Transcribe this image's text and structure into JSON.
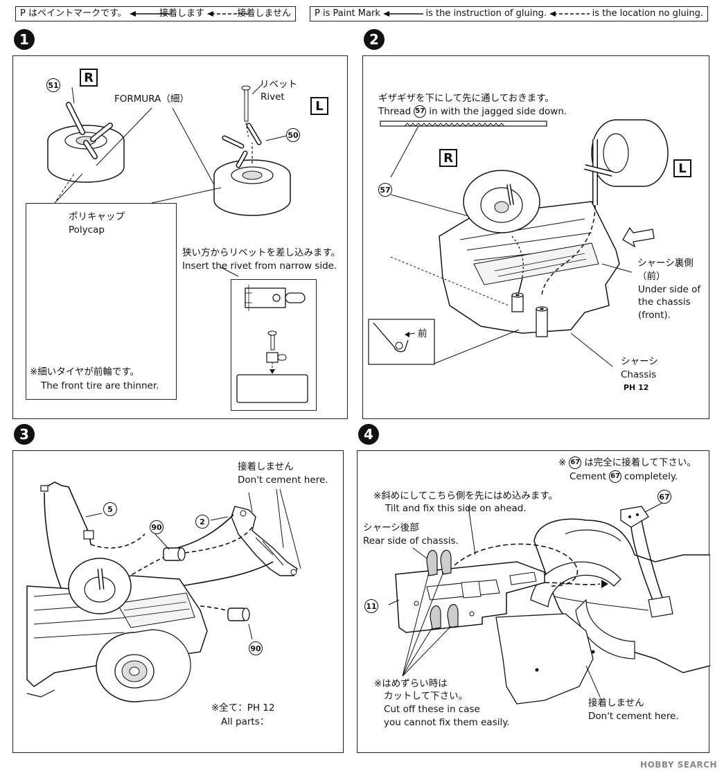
{
  "header": {
    "jp": {
      "paint": "P はペイントマークです。",
      "glue": "接着します",
      "noglue": "接着しません"
    },
    "en": {
      "paint": "P is Paint Mark",
      "glue": "is the instruction of gluing.",
      "noglue": "is the location no gluing."
    }
  },
  "steps": {
    "s1": {
      "num": "1",
      "right": "R",
      "left": "L",
      "part51": "51",
      "part50": "50",
      "formura": "FORMURA（細）",
      "rivet_jp": "リベット",
      "rivet_en": "Rivet",
      "polycap_jp": "ポリキャップ",
      "polycap_en": "Polycap",
      "insert_jp": "狭い方からリベットを差し込みます。",
      "insert_en": "Insert the rivet from narrow side.",
      "note_jp": "※細いタイヤが前輪です。",
      "note_en": "The front tire are thinner."
    },
    "s2": {
      "num": "2",
      "thread_jp": "ギザギザを下にして先に通しておきます。",
      "thread_en_a": "Thread",
      "part57": "57",
      "thread_en_b": "in with the jagged side down.",
      "right": "R",
      "left": "L",
      "under_jp": "シャーシ裏側",
      "under_jp2": "（前）",
      "under_en": "Under side of",
      "under_en2": "the chassis",
      "under_en3": "(front).",
      "front_jp": "前",
      "chassis_jp": "シャーシ",
      "chassis_en": "Chassis",
      "paint": "PH 12"
    },
    "s3": {
      "num": "3",
      "nocement_jp": "接着しません",
      "nocement_en": "Don't cement here.",
      "part5": "5",
      "part90": "90",
      "part2": "2",
      "all_jp": "※全て：PH 12",
      "all_en": "All parts："
    },
    "s4": {
      "num": "4",
      "cement_jp_a": "※",
      "part67": "67",
      "cement_jp_b": "は完全に接着して下さい。",
      "cement_en_a": "Cement",
      "cement_en_b": "completely.",
      "tilt_jp": "※斜めにしてこちら側を先にはめ込みます。",
      "tilt_en": "Tilt and fix this side on ahead.",
      "rear_jp": "シャーシ後部",
      "rear_en": "Rear side of chassis.",
      "part11": "11",
      "cut_jp1": "※はめずらい時は",
      "cut_jp2": "カットして下さい。",
      "cut_en1": "Cut off these in case",
      "cut_en2": "you cannot fix them easily.",
      "nocement_jp": "接着しません",
      "nocement_en": "Don't cement here."
    }
  },
  "watermark": "HOBBY SEARCH"
}
